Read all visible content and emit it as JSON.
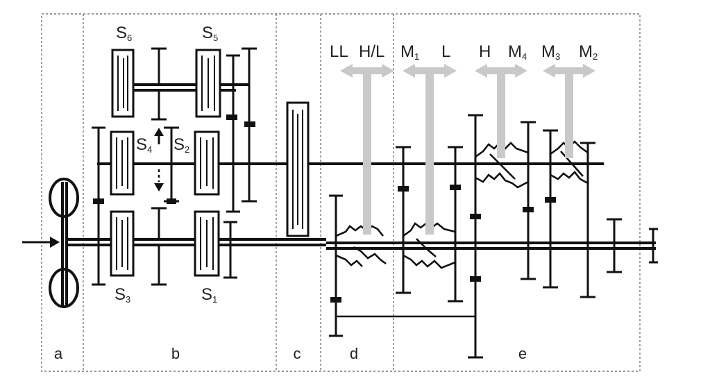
{
  "sections": [
    "a",
    "b",
    "c",
    "d",
    "e"
  ],
  "clutch_labels": {
    "s6": "S",
    "s6_sub": "6",
    "s5": "S",
    "s5_sub": "5",
    "s4": "S",
    "s4_sub": "4",
    "s2": "S",
    "s2_sub": "2",
    "s3": "S",
    "s3_sub": "3",
    "s1": "S",
    "s1_sub": "1"
  },
  "mode_labels": {
    "ll": "LL",
    "hl": "H/L",
    "m1": "M",
    "m1_sub": "1",
    "l": "L",
    "h": "H",
    "m4": "M",
    "m4_sub": "4",
    "m3": "M",
    "m3_sub": "3",
    "m2": "M",
    "m2_sub": "2"
  },
  "colors": {
    "line": "#111111",
    "frame": "#777777",
    "shift_arrow": "#c9c9c9"
  }
}
